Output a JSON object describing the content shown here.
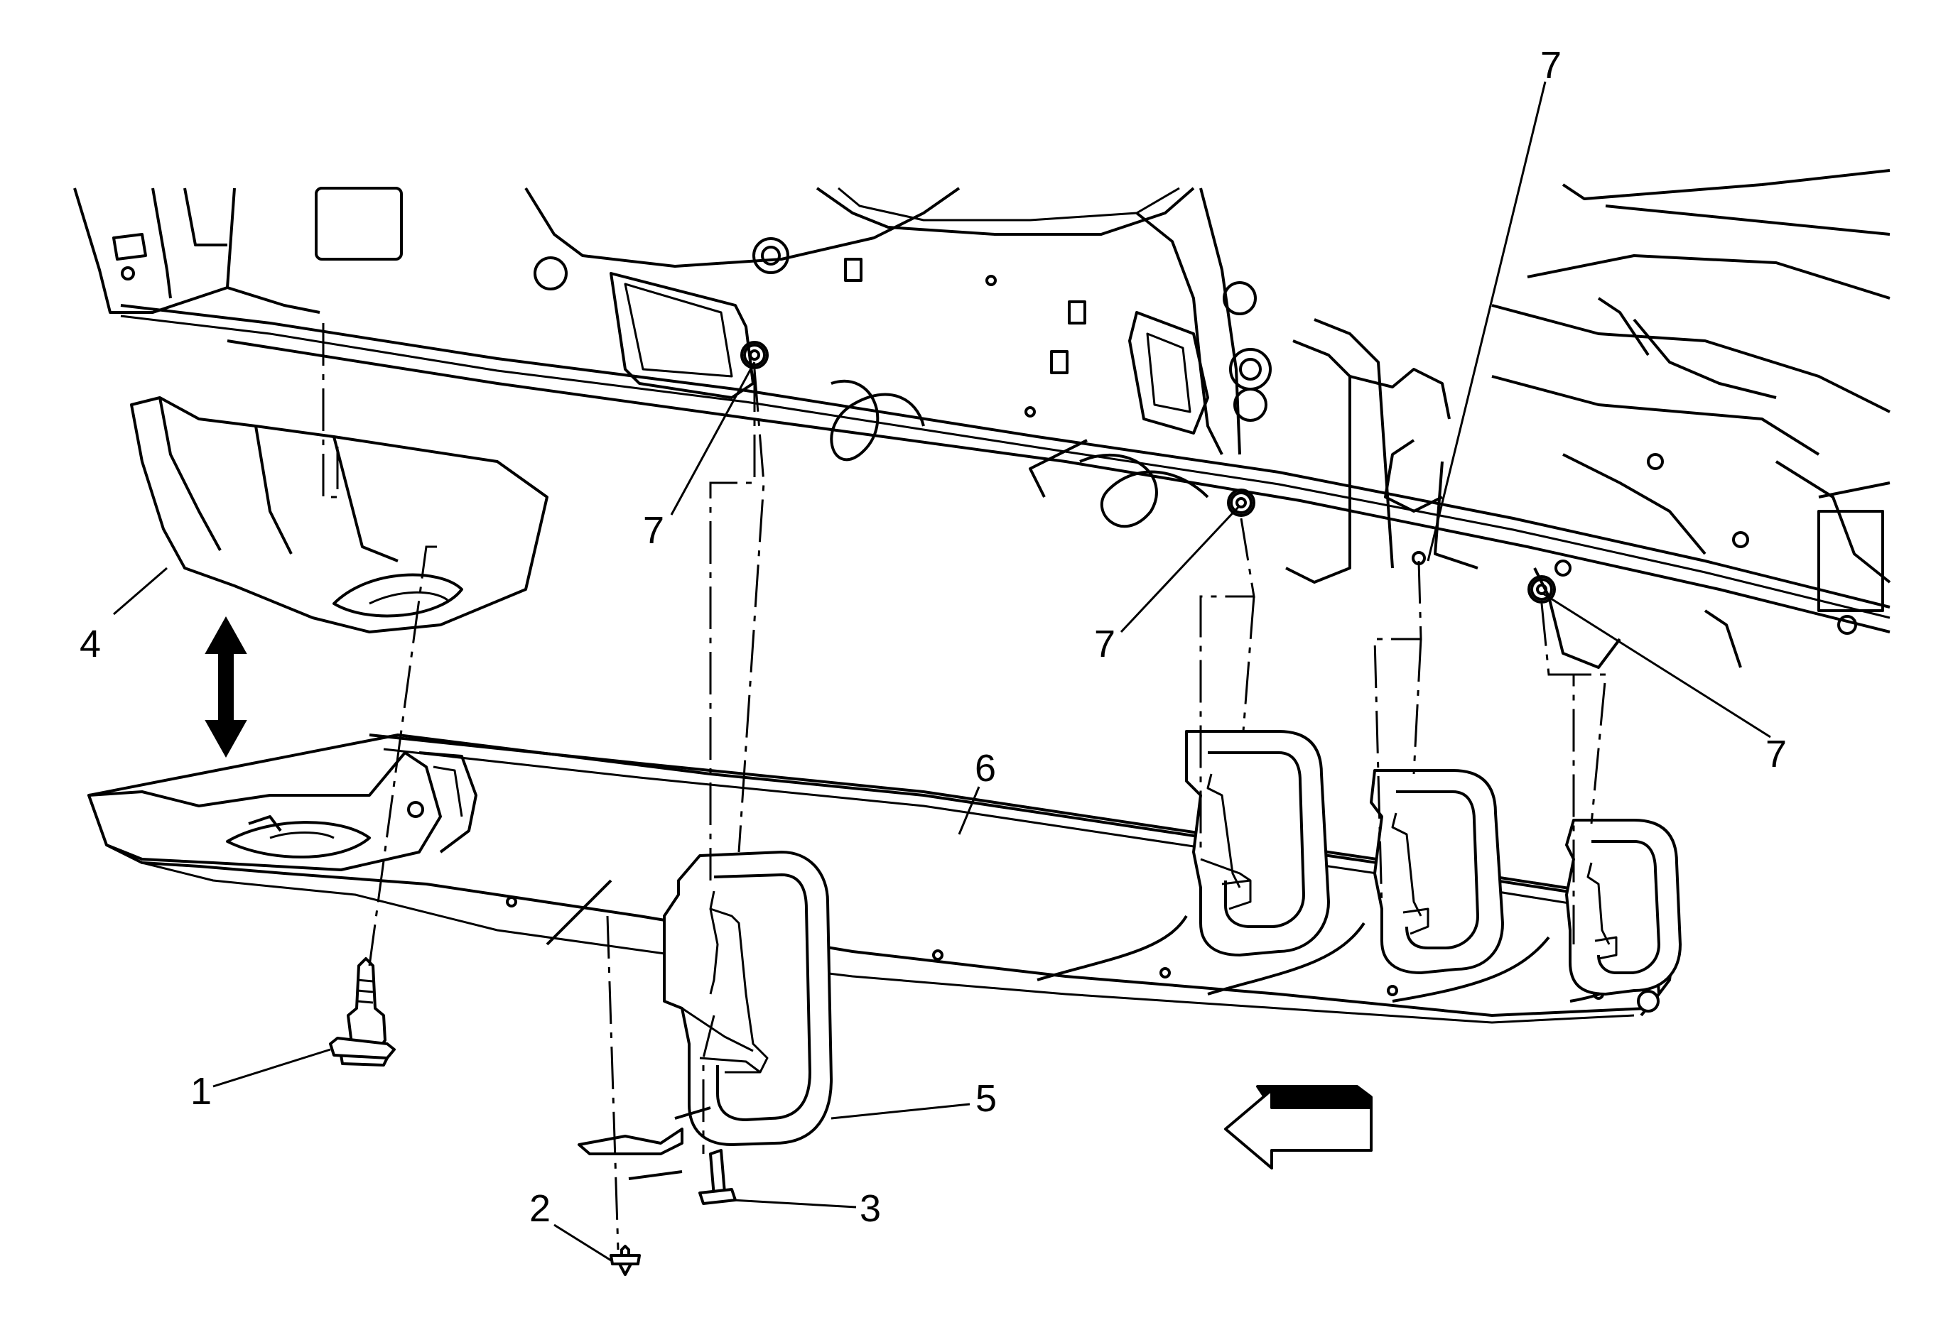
{
  "diagram": {
    "callouts": [
      {
        "id": "callout-1",
        "label": "1"
      },
      {
        "id": "callout-2",
        "label": "2"
      },
      {
        "id": "callout-3",
        "label": "3"
      },
      {
        "id": "callout-4",
        "label": "4"
      },
      {
        "id": "callout-5",
        "label": "5"
      },
      {
        "id": "callout-6",
        "label": "6"
      },
      {
        "id": "callout-7a",
        "label": "7"
      },
      {
        "id": "callout-7b",
        "label": "7"
      },
      {
        "id": "callout-7c",
        "label": "7"
      },
      {
        "id": "callout-7d",
        "label": "7"
      }
    ],
    "icons": {
      "direction_arrow": "left-arrow-icon",
      "movement_arrow": "up-down-arrow-icon"
    },
    "colors": {
      "line": "#000000",
      "background": "#ffffff"
    }
  }
}
